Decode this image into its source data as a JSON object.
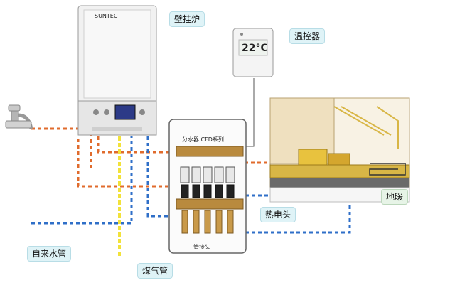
{
  "labels": {
    "boiler": "壁挂炉",
    "thermostat": "温控器",
    "thermal_head": "热电头",
    "floor_heating": "地暖",
    "tap_water_pipe": "自来水管",
    "gas_pipe": "煤气管",
    "manifold_title": "分水器 CFD系列",
    "connector": "管接头",
    "thermostat_display": "22°C",
    "boiler_brand": "SUNTEC"
  },
  "colors": {
    "hot_pipe": "#e06b2c",
    "cold_pipe": "#2f6fc8",
    "gas_pipe": "#f2e23a",
    "callout_bg": "#dff3f7",
    "floor_accent": "#d8b646"
  }
}
